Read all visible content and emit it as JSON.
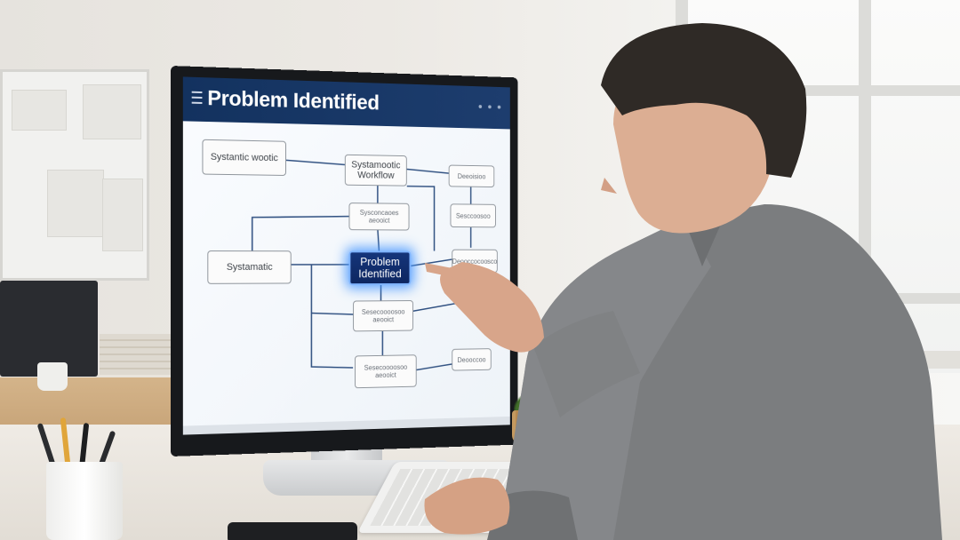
{
  "screen": {
    "title": "Problem Identified",
    "active_node": "Problem\nIdentified",
    "nodes": [
      {
        "label": "Systantic wootic"
      },
      {
        "label": "Systamootic\nWorkflow"
      },
      {
        "label": "Deeoisioo"
      },
      {
        "label": "Sysconcaoes\naeooict"
      },
      {
        "label": "Sesccoosoo"
      },
      {
        "label": "Systamatic"
      },
      {
        "label": "Deooccocoosco"
      },
      {
        "label": "Sesecoooosoo\naeooict"
      },
      {
        "label": "Sesecoooosoo\naeooict"
      },
      {
        "label": "Deooccoo"
      }
    ]
  },
  "colors": {
    "header": "#13325f",
    "active_node": "#0d2660",
    "glow": "#4696ff",
    "connector": "#2e4f80"
  }
}
